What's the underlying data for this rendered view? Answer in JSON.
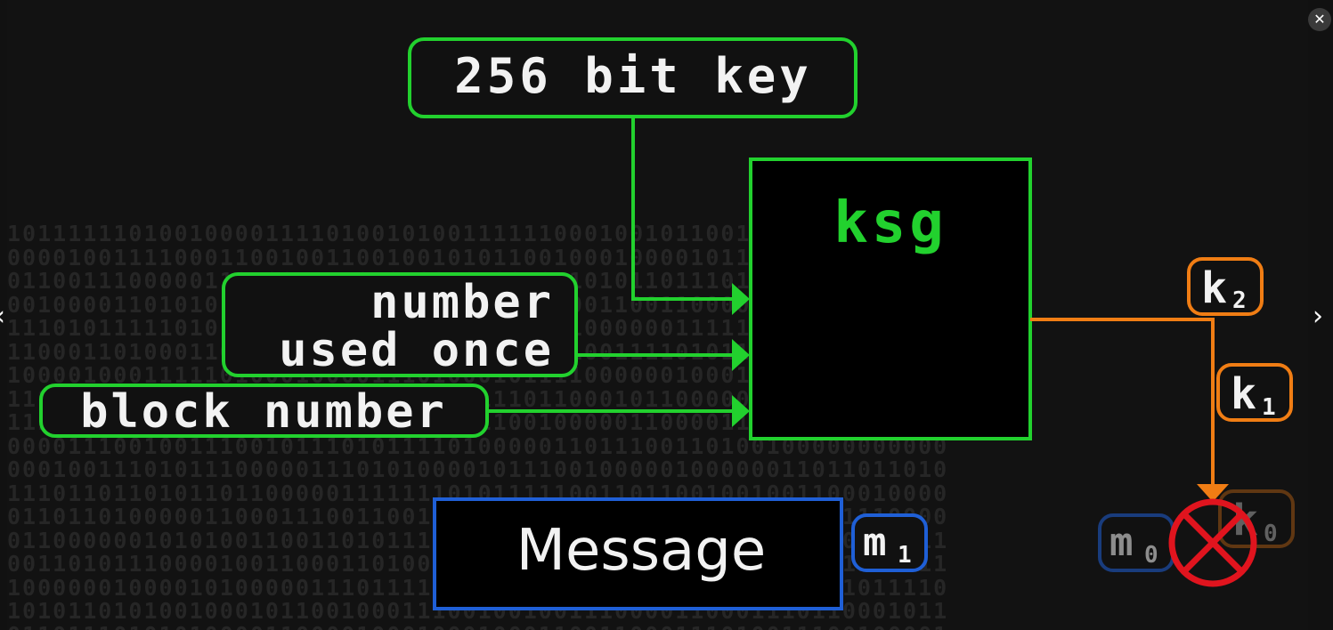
{
  "diagram": {
    "key_label": "256 bit key",
    "ksg_label": "ksg",
    "nonce_line1": "number",
    "nonce_line2": "used once",
    "block_label": "block number",
    "message_label": "Message",
    "k2": {
      "base": "k",
      "sub": "2"
    },
    "k1": {
      "base": "k",
      "sub": "1"
    },
    "k0": {
      "base": "k",
      "sub": "0"
    },
    "m1": {
      "base": "m",
      "sub": "1"
    },
    "m0": {
      "base": "m",
      "sub": "0"
    }
  },
  "colors": {
    "green": "#22d12e",
    "orange": "#f07d14",
    "blue": "#1f5fd6",
    "red": "#e0141e",
    "text": "#f2f2f2",
    "background": "#121212"
  },
  "icons": {
    "close": "close-icon",
    "prev": "chevron-left-icon",
    "next": "chevron-right-icon",
    "xor": "xor-circle-icon"
  }
}
